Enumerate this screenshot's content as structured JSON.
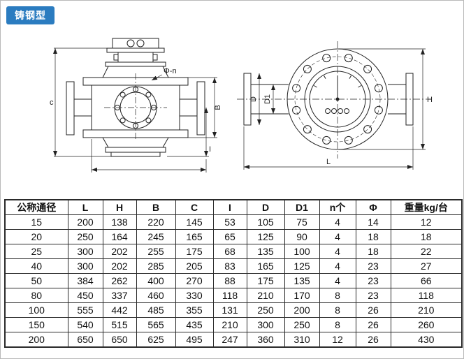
{
  "page": {
    "badge": "铸钢型"
  },
  "drawings": {
    "front": {
      "dim_c": "c",
      "dim_phi_n": "Φ-n",
      "dim_b": "B",
      "dim_i": "I"
    },
    "side": {
      "dim_d": "D",
      "dim_d1": "D1",
      "dim_l": "L",
      "dim_h": "H"
    }
  },
  "table": {
    "headers": [
      "公称通径",
      "L",
      "H",
      "B",
      "C",
      "I",
      "D",
      "D1",
      "n个",
      "Φ",
      "重量kg/台"
    ],
    "rows": [
      [
        "15",
        "200",
        "138",
        "220",
        "145",
        "53",
        "105",
        "75",
        "4",
        "14",
        "12"
      ],
      [
        "20",
        "250",
        "164",
        "245",
        "165",
        "65",
        "125",
        "90",
        "4",
        "18",
        "18"
      ],
      [
        "25",
        "300",
        "202",
        "255",
        "175",
        "68",
        "135",
        "100",
        "4",
        "18",
        "22"
      ],
      [
        "40",
        "300",
        "202",
        "285",
        "205",
        "83",
        "165",
        "125",
        "4",
        "23",
        "27"
      ],
      [
        "50",
        "384",
        "262",
        "400",
        "270",
        "88",
        "175",
        "135",
        "4",
        "23",
        "66"
      ],
      [
        "80",
        "450",
        "337",
        "460",
        "330",
        "118",
        "210",
        "170",
        "8",
        "23",
        "118"
      ],
      [
        "100",
        "555",
        "442",
        "485",
        "355",
        "131",
        "250",
        "200",
        "8",
        "26",
        "210"
      ],
      [
        "150",
        "540",
        "515",
        "565",
        "435",
        "210",
        "300",
        "250",
        "8",
        "26",
        "260"
      ],
      [
        "200",
        "650",
        "650",
        "625",
        "495",
        "247",
        "360",
        "310",
        "12",
        "26",
        "430"
      ]
    ]
  }
}
